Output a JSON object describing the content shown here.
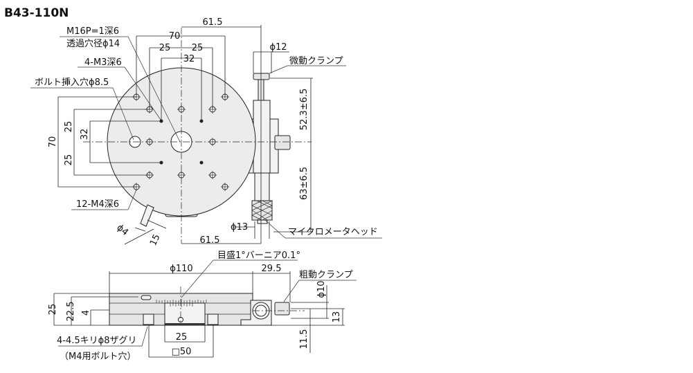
{
  "title": "B43-110N",
  "top_view": {
    "dim_61_5_top": "61.5",
    "dim_70_top": "70",
    "dim_25_left": "25",
    "dim_25_right": "25",
    "dim_32_top": "32",
    "dim_phi12": "ϕ12",
    "label_m16": "M16P=1深6",
    "label_through": "透過穴径ϕ14",
    "label_m3": "4-M3深6",
    "label_bolt": "ボルト挿入穴ϕ8.5",
    "label_fine_clamp": "微動クランプ",
    "dim_52_3": "52.3±6.5",
    "dim_63": "63±6.5",
    "dim_70_left": "70",
    "dim_25_l1": "25",
    "dim_25_l2": "25",
    "dim_32_left": "32",
    "label_m4": "12-M4深6",
    "dim_phi4": "ϕ4",
    "dim_15": "15",
    "dim_phi13": "ϕ13",
    "dim_61_5_bottom": "61.5",
    "label_micrometer": "マイクロメータヘッド"
  },
  "side_view": {
    "label_scale": "目盛1°バーニア0.1°",
    "dim_phi110": "ϕ110",
    "dim_29_5": "29.5",
    "label_coarse_clamp": "粗動クランプ",
    "dim_phi10": "ϕ10",
    "dim_25_h": "25",
    "dim_22_5": "22.5",
    "dim_4": "4",
    "dim_13": "13",
    "dim_11_5": "11.5",
    "dim_25_w": "25",
    "dim_50": "□50",
    "label_counterbore": "4-4.5キリϕ8ザグリ",
    "label_counterbore_note": "（M4用ボルト穴）"
  }
}
